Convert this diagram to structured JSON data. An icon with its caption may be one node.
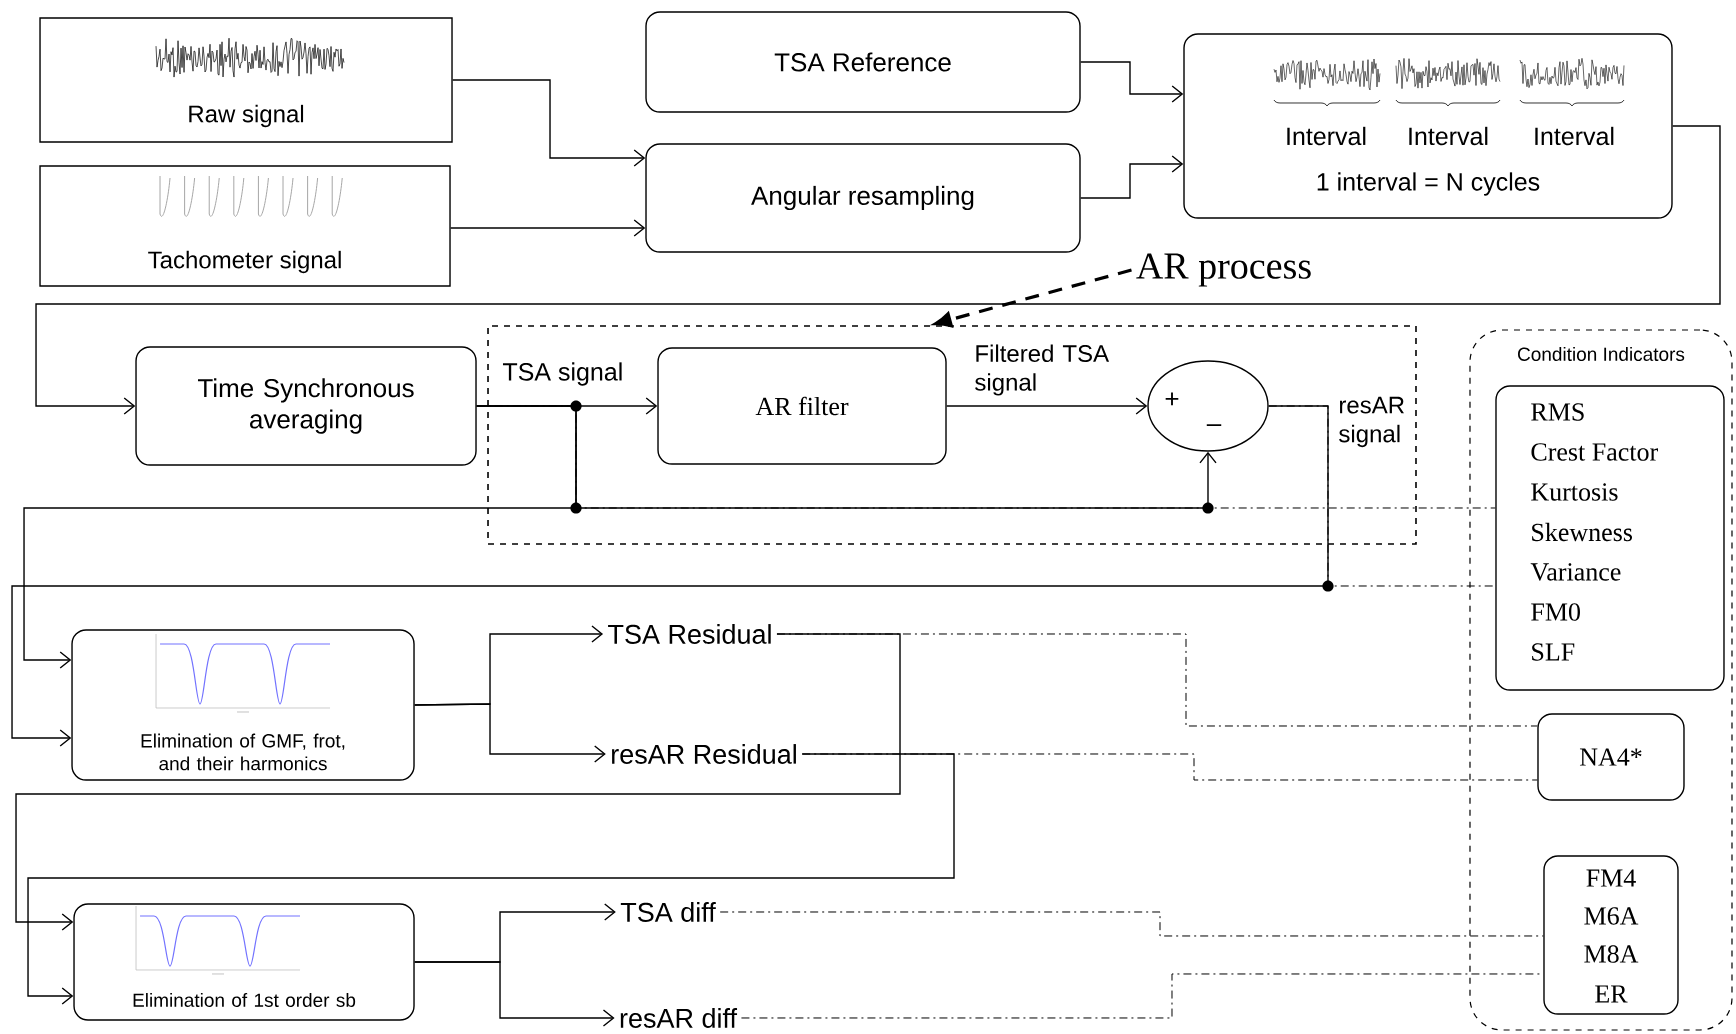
{
  "diagram": {
    "nodes": [
      {
        "text": [
          "Raw signal"
        ]
      },
      {
        "text": [
          "Tachometer signal"
        ]
      },
      {
        "text": [
          "TSA Reference"
        ]
      },
      {
        "text": [
          "Angular resampling"
        ]
      },
      {
        "text": [
          "Interval",
          "Interval",
          "Interval",
          "1 interval = N cycles"
        ]
      },
      {
        "text": [
          "AR process"
        ]
      },
      {
        "text": [
          "Time Synchronous averaging"
        ]
      },
      {
        "text": [],
        "shape": "box"
      },
      {
        "text": [
          "AR filter"
        ],
        "in": 7
      },
      {
        "text": [
          "+",
          "–"
        ],
        "in": 7
      },
      {
        "text": [
          "Condition Indicators"
        ]
      },
      {
        "text": [
          "RMS",
          "Crest Factor",
          "Kurtosis",
          "Skewness",
          "Variance",
          "FM0",
          "SLF"
        ],
        "in": 10
      },
      {
        "text": [
          "Elimination of GMF, frot, and their harmonics"
        ]
      },
      {
        "text": [
          "TSA Residual"
        ]
      },
      {
        "text": [
          "resAR Residual"
        ]
      },
      {
        "text": [
          "NA4*"
        ],
        "in": 10
      },
      {
        "text": [
          "Elimination of 1st order sb"
        ]
      },
      {
        "text": [
          "TSA diff"
        ]
      },
      {
        "text": [
          "resAR diff"
        ]
      },
      {
        "text": [
          "FM4",
          "M6A",
          "M8A",
          "ER"
        ],
        "in": 10
      }
    ],
    "edges": [
      {
        "from": 0,
        "to": 3,
        "arrow": "to"
      },
      {
        "from": 1,
        "to": 3,
        "arrow": "to"
      },
      {
        "from": 2,
        "to": 4,
        "arrow": "to"
      },
      {
        "from": 3,
        "to": 4,
        "arrow": "to"
      },
      {
        "from": 4,
        "to": 6,
        "arrow": "to"
      },
      {
        "from": 6,
        "to": 8,
        "arrow": "to"
      },
      {
        "from": 8,
        "to": 9,
        "arrow": "to"
      },
      {
        "from": 6,
        "to": 9,
        "arrow": "to"
      },
      {
        "from": 6,
        "to": 12,
        "arrow": "to"
      },
      {
        "from": 9,
        "to": 12,
        "arrow": "to"
      },
      {
        "from": 6,
        "to": 11,
        "arrow": "none",
        "style": "dashed"
      },
      {
        "from": 9,
        "to": 11,
        "arrow": "none",
        "style": "dashed"
      },
      {
        "from": 12,
        "to": 13,
        "arrow": "to"
      },
      {
        "from": 12,
        "to": 14,
        "arrow": "to"
      },
      {
        "from": 13,
        "to": 16,
        "arrow": "to"
      },
      {
        "from": 14,
        "to": 16,
        "arrow": "to"
      },
      {
        "from": 13,
        "to": 15,
        "arrow": "none",
        "style": "dashed"
      },
      {
        "from": 14,
        "to": 15,
        "arrow": "none",
        "style": "dashed"
      },
      {
        "from": 16,
        "to": 17,
        "arrow": "to"
      },
      {
        "from": 16,
        "to": 18,
        "arrow": "to"
      },
      {
        "from": 17,
        "to": 19,
        "arrow": "none",
        "style": "dashed"
      },
      {
        "from": 18,
        "to": 19,
        "arrow": "none",
        "style": "dashed"
      },
      {
        "from": 5,
        "to": 7,
        "arrow": "to",
        "style": "dashed"
      }
    ],
    "labels": [
      "TSA signal",
      "Filtered TSA signal",
      "resAR signal"
    ]
  }
}
